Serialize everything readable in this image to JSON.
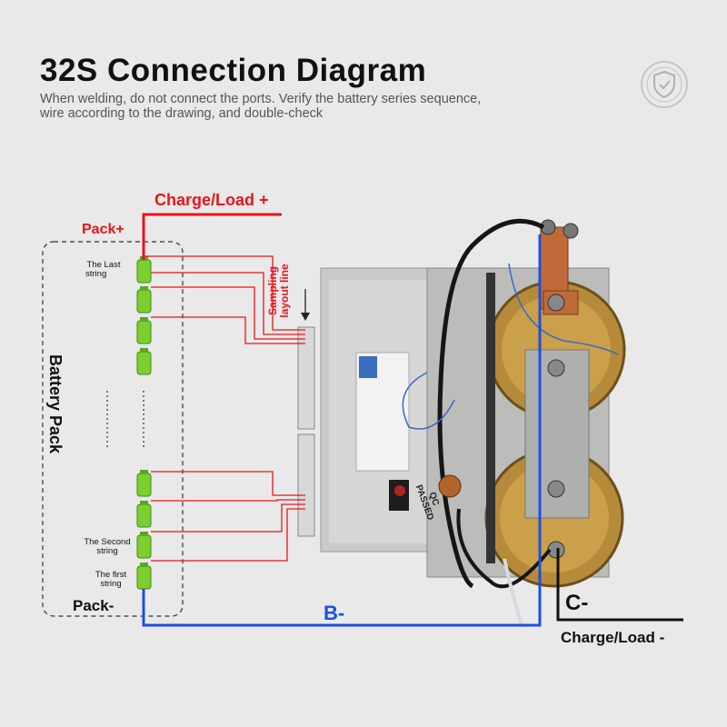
{
  "header": {
    "title": "32S Connection Diagram",
    "subtitle_line1": "When welding, do not connect the ports. Verify the battery series sequence,",
    "subtitle_line2": "wire according to the drawing, and double-check"
  },
  "labels": {
    "charge_load_plus": "Charge/Load +",
    "pack_plus": "Pack+",
    "pack_minus": "Pack-",
    "battery_pack": "Battery Pack",
    "last_string": [
      "The Last",
      "string"
    ],
    "second_string": [
      "The Second",
      "string"
    ],
    "first_string": [
      "The first",
      "string"
    ],
    "sampling_line": [
      "Sampling",
      "layout line"
    ],
    "b_minus": "B-",
    "c_minus": "C-",
    "charge_load_minus": "Charge/Load -",
    "qc_sticker": [
      "QC",
      "PASSED"
    ]
  },
  "colors": {
    "red": "#e8141b",
    "blue": "#1c4fe0",
    "black": "#111111",
    "cell_green": "#7ccf2e"
  },
  "icons": {
    "logo": "shield-icon"
  }
}
